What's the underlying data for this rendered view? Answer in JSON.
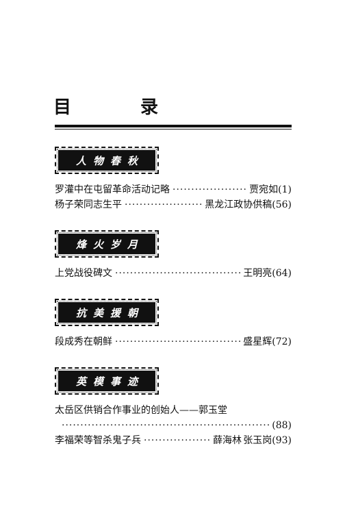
{
  "page": {
    "title": "目 录"
  },
  "sections": [
    {
      "heading": "人物春秋",
      "entries": [
        {
          "title": "罗灌中在屯留革命活动记略",
          "author": "贾宛如",
          "page": "(1)"
        },
        {
          "title": "杨子荣同志生平",
          "author": "黑龙江政协供稿",
          "page": "(56)"
        }
      ]
    },
    {
      "heading": "烽火岁月",
      "entries": [
        {
          "title": "上党战役碑文",
          "author": "王明亮",
          "page": "(64)"
        }
      ]
    },
    {
      "heading": "抗美援朝",
      "entries": [
        {
          "title": "段成秀在朝鲜",
          "author": "盛星辉",
          "page": "(72)"
        }
      ]
    },
    {
      "heading": "英模事迹",
      "entries": [
        {
          "title": "太岳区供销合作事业的创始人——郭玉堂",
          "author": "",
          "page": "(88)"
        },
        {
          "title": "李福荣等智杀鬼子兵",
          "author": "薛海林",
          "author2": "张玉岗",
          "page": "(93)"
        }
      ]
    }
  ]
}
